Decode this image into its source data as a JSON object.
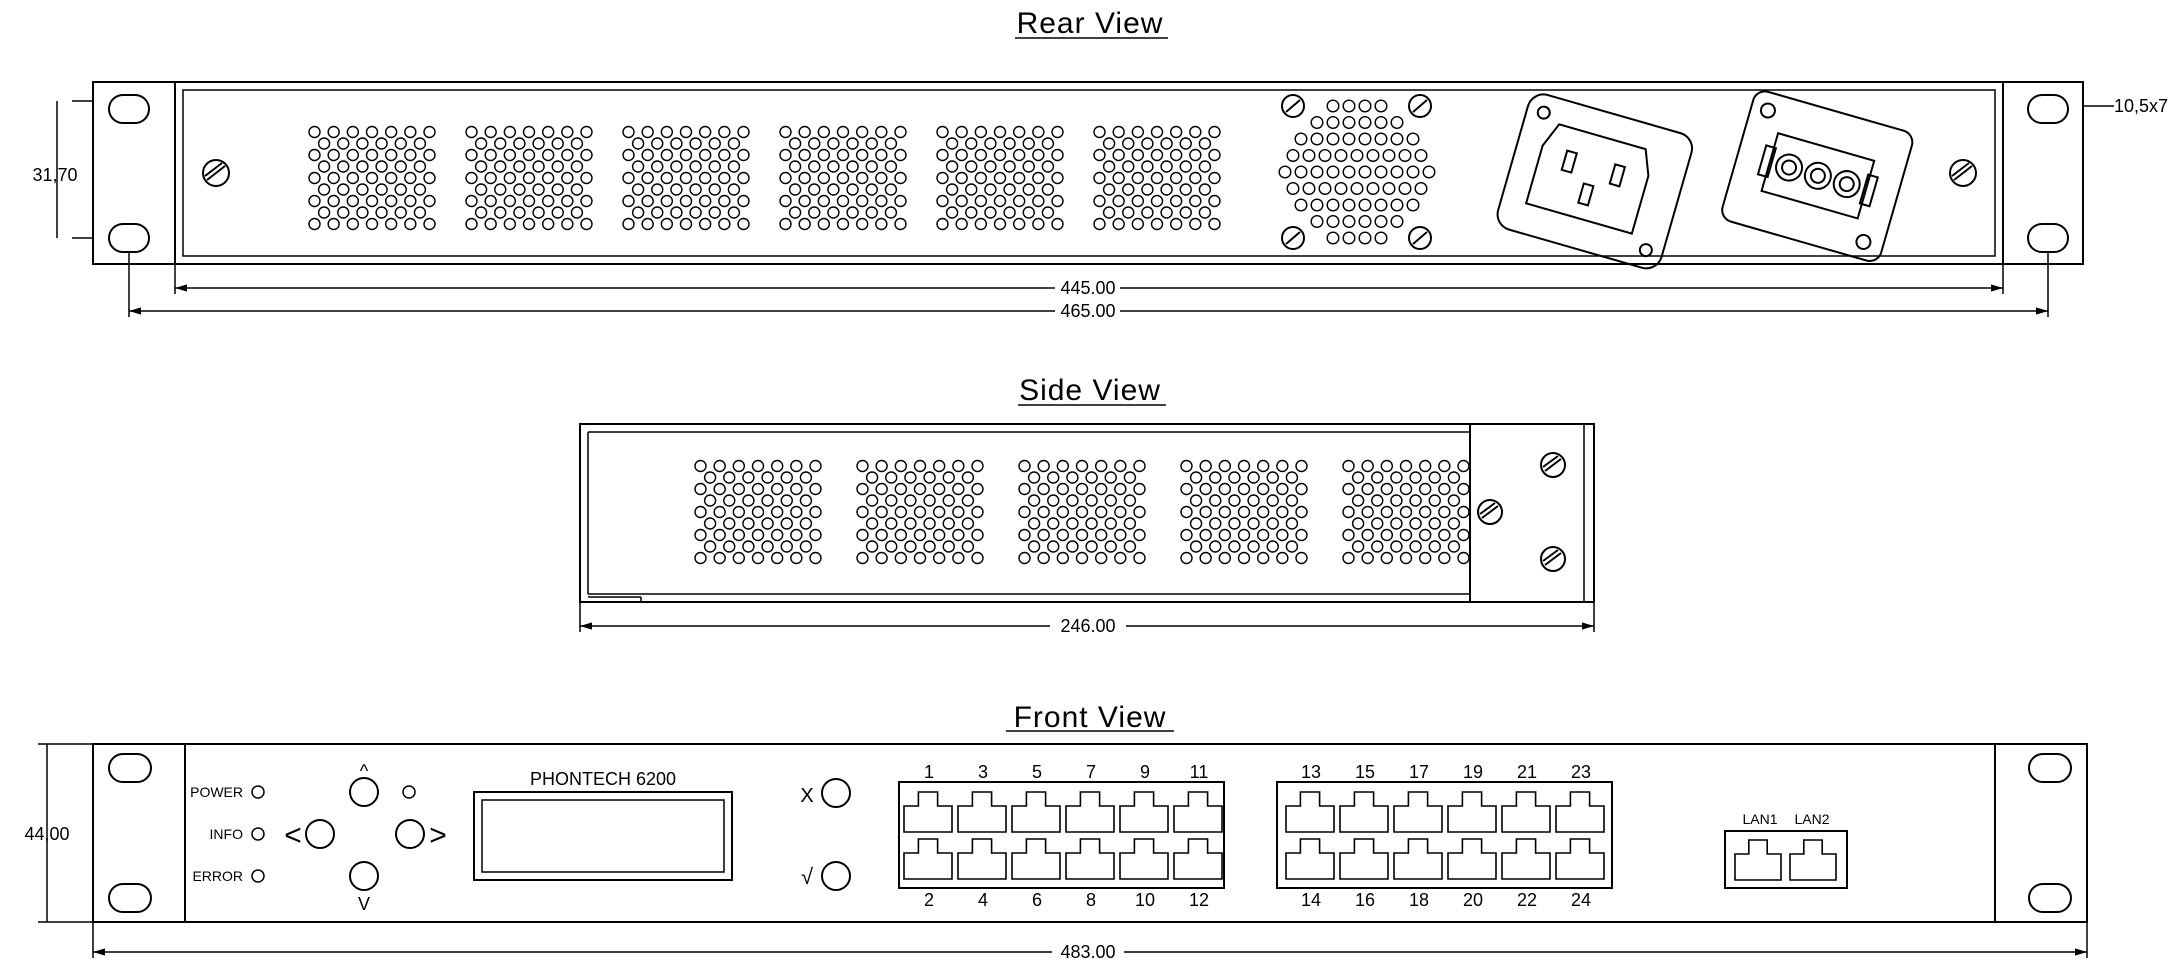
{
  "views": {
    "rear_title": "Rear View",
    "side_title": "Side View",
    "front_title": "Front View"
  },
  "dimensions": {
    "rear_height": "31,70",
    "rear_hole": "10,5x7",
    "rear_inner_width": "445.00",
    "rear_outer_width": "465.00",
    "side_depth": "246.00",
    "front_height": "44,00",
    "front_width": "483.00"
  },
  "front_panel": {
    "led_power": "POWER",
    "led_info": "INFO",
    "led_error": "ERROR",
    "up_glyph": "^",
    "down_glyph": "V",
    "left_glyph": "<",
    "right_glyph": ">",
    "display_label": "PHONTECH 6200",
    "cancel_glyph": "X",
    "ok_glyph": "√",
    "ports_top_a": [
      "1",
      "3",
      "5",
      "7",
      "9",
      "11"
    ],
    "ports_bottom_a": [
      "2",
      "4",
      "6",
      "8",
      "10",
      "12"
    ],
    "ports_top_b": [
      "13",
      "15",
      "17",
      "19",
      "21",
      "23"
    ],
    "ports_bottom_b": [
      "14",
      "16",
      "18",
      "20",
      "22",
      "24"
    ],
    "lan1": "LAN1",
    "lan2": "LAN2"
  }
}
